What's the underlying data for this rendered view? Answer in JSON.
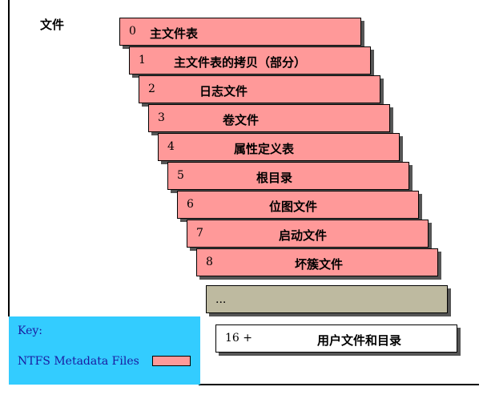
{
  "title": "文件",
  "records": [
    {
      "num": "0",
      "label": "主文件表"
    },
    {
      "num": "1",
      "label": "主文件表的拷贝（部分）"
    },
    {
      "num": "2",
      "label": "日志文件"
    },
    {
      "num": "3",
      "label": "卷文件"
    },
    {
      "num": "4",
      "label": "属性定义表"
    },
    {
      "num": "5",
      "label": "根目录"
    },
    {
      "num": "6",
      "label": "位图文件"
    },
    {
      "num": "7",
      "label": "启动文件"
    },
    {
      "num": "8",
      "label": "坏簇文件"
    }
  ],
  "ellipsis": "...",
  "user_record": {
    "num": "16 +",
    "label": "用户文件和目录"
  },
  "key": {
    "title": "Key:",
    "label": "NTFS Metadata Files"
  },
  "colors": {
    "metadata": "#ff9999",
    "ellipsis_fill": "#bebaa0",
    "key_bg": "#33ccff"
  }
}
